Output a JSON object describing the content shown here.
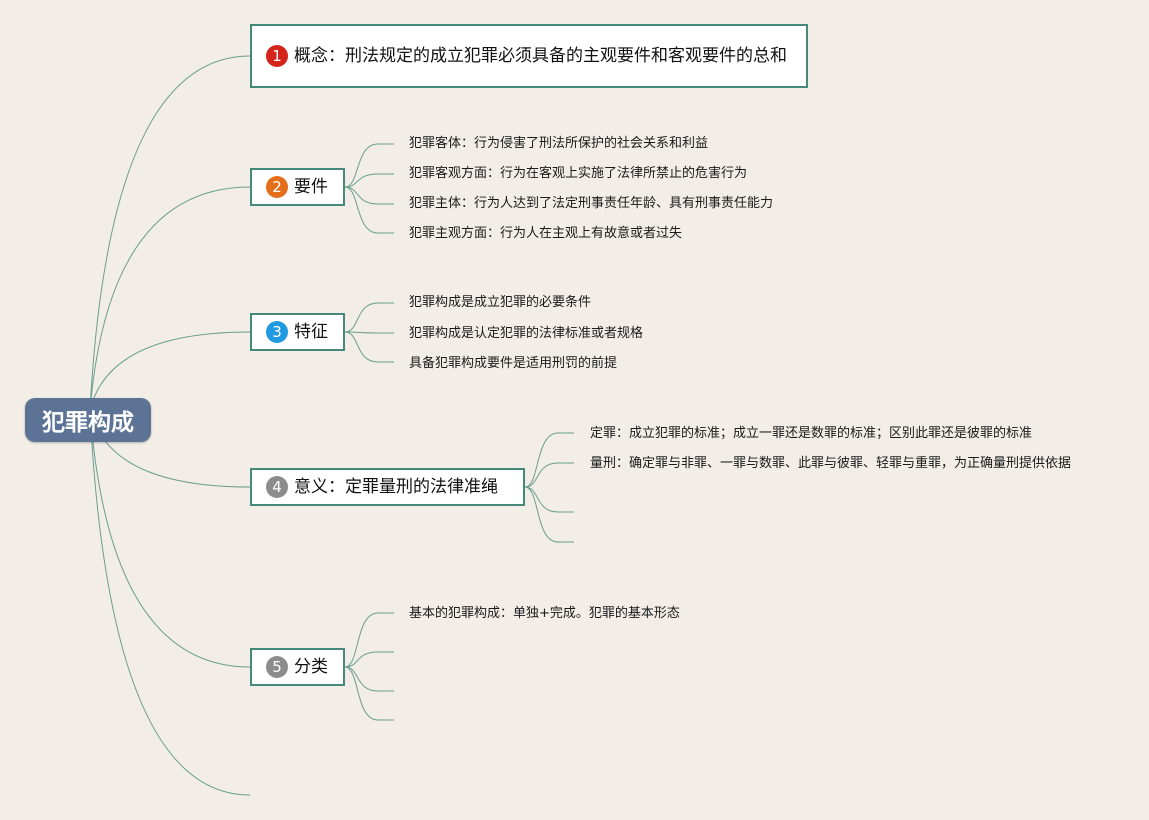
{
  "root": {
    "label": "犯罪构成"
  },
  "topics": [
    {
      "num": "1",
      "color": "#d6241c",
      "label": "概念：刑法规定的成立犯罪必须具备的主观要件和客观要件的总和",
      "subs": []
    },
    {
      "num": "2",
      "color": "#e36f1a",
      "label": "要件",
      "subs": [
        "犯罪客体：行为侵害了刑法所保护的社会关系和利益",
        "犯罪客观方面：行为在客观上实施了法律所禁止的危害行为",
        "犯罪主体：行为人达到了法定刑事责任年龄、具有刑事责任能力",
        "犯罪主观方面：行为人在主观上有故意或者过失"
      ]
    },
    {
      "num": "3",
      "color": "#1f9ae0",
      "label": "特征",
      "subs": [
        "犯罪构成是成立犯罪的必要条件",
        "犯罪构成是认定犯罪的法律标准或者规格",
        "具备犯罪构成要件是适用刑罚的前提"
      ]
    },
    {
      "num": "4",
      "color": "#8c8c8c",
      "label": "意义：定罪量刑的法律准绳",
      "subs": [
        "定罪：成立犯罪的标准；成立一罪还是数罪的标准；区别此罪还是彼罪的标准",
        "量刑：确定罪与非罪、一罪与数罪、此罪与彼罪、轻罪与重罪，为正确量刑提供依据",
        "",
        ""
      ]
    },
    {
      "num": "5",
      "color": "#8c8c8c",
      "label": "分类",
      "subs": [
        "基本的犯罪构成：单独+完成。犯罪的基本形态",
        "",
        "",
        ""
      ]
    }
  ],
  "colors": {
    "line": "#6a9d8e",
    "border": "#46897b",
    "root": "#5d7396",
    "background": "#f2ede7"
  }
}
